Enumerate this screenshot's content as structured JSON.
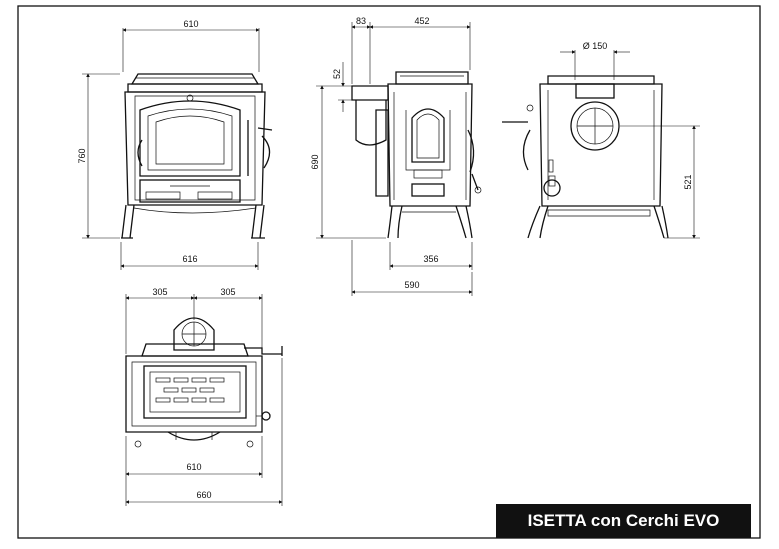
{
  "title": "ISETTA con Cerchi EVO",
  "front": {
    "width_top": "610",
    "width_bottom": "616",
    "height": "760"
  },
  "side": {
    "flue_offset": "83",
    "depth_top": "452",
    "flue_height": "52",
    "height": "690",
    "depth_base": "356",
    "depth_total": "590"
  },
  "rear": {
    "flue_diameter": "Ø 150",
    "flue_height": "521"
  },
  "top": {
    "half_left": "305",
    "half_right": "305",
    "width_body": "610",
    "width_total": "660"
  },
  "colors": {
    "line": "#111111",
    "title_bg": "#111111",
    "title_fg": "#ffffff"
  }
}
